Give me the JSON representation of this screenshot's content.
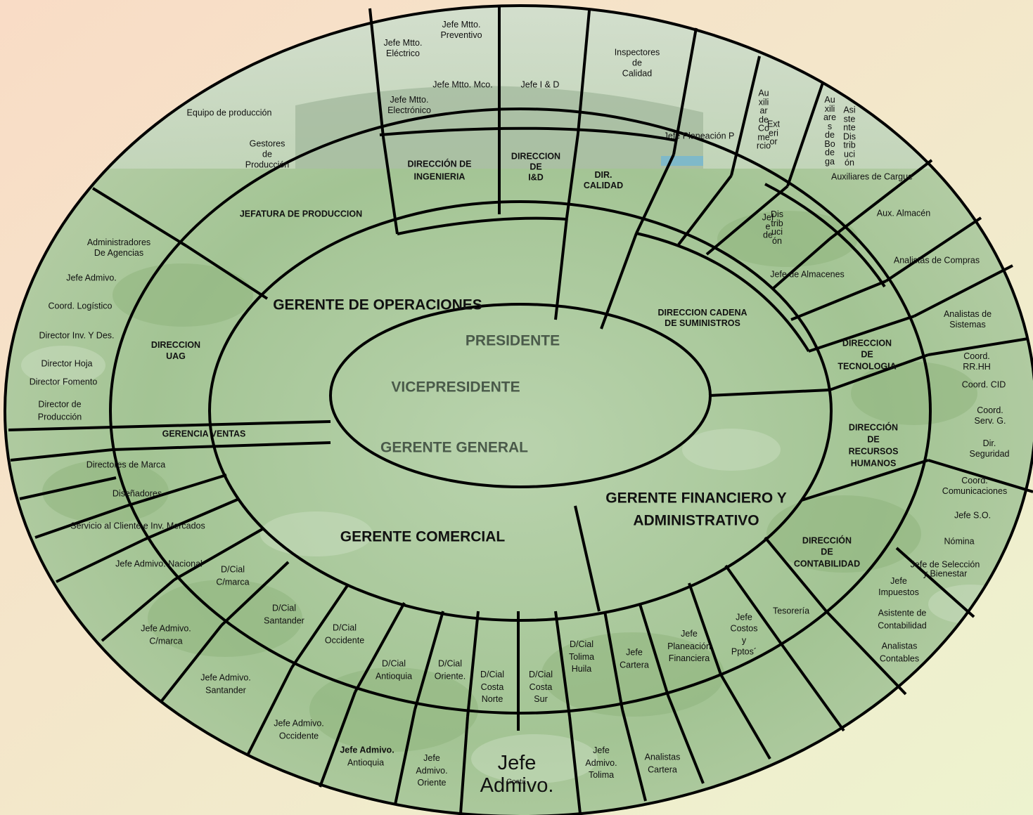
{
  "core": {
    "presidente": "PRESIDENTE",
    "vicepresidente": "VICEPRESIDENTE",
    "gerente_general": "GERENTE GENERAL"
  },
  "gerencias": {
    "operaciones": "GERENTE DE OPERACIONES",
    "comercial": "GERENTE COMERCIAL",
    "financiero": "GERENTE FINANCIERO Y\nADMINISTRATIVO"
  },
  "direcciones": {
    "jefatura_produccion": "JEFATURA DE PRODUCCION",
    "ingenieria": "DIRECCIÓN DE\nINGENIERIA",
    "id": "DIRECCION\nDE\nI&D",
    "calidad": "DIR.\nCALIDAD",
    "cadena": "DIRECCION CADENA\nDE SUMINISTROS",
    "tecnologia": "DIRECCION\nDE\nTECNOLOGIA",
    "rrhh": "DIRECCIÓN\nDE\nRECURSOS\nHUMANOS",
    "contabilidad": "DIRECCIÓN\nDE\nCONTABILIDAD",
    "uag": "DIRECCION\nUAG",
    "ventas": "GERENCIA VENTAS"
  },
  "comercial_mid": {
    "cmarca": "D/Cial\nC/marca",
    "santander": "D/Cial\nSantander",
    "occidente": "D/Cial\nOccidente",
    "antioquia": "D/Cial\nAntioquia",
    "oriente": "D/Cial\nOriente.",
    "costa_norte": "D/Cial\nCosta\nNorte",
    "costa_sur": "D/Cial\nCosta\nSur",
    "tolima": "D/Cial\nTolima\nHuila",
    "cartera": "Jefe\nCartera",
    "planeacion_fin": "Jefe\nPlaneación\nFinanciera",
    "costos": "Jefe\nCostos\ny\nPptos´",
    "tesoreria": "Tesorería"
  },
  "outer": {
    "equipo": "Equipo de producción",
    "gestores": "Gestores\nde\nProducción",
    "mtto_electrico": "Jefe Mtto.\nEléctrico",
    "mtto_preventivo": "Jefe Mtto.\nPreventivo",
    "mtto_mco": "Jefe Mtto. Mco.",
    "mtto_electronico": "Jefe Mtto.\nElectrónico",
    "jefe_id": "Jefe I & D",
    "inspectores": "Inspectores\nde\nCalidad",
    "jefe_planeacion": "Jefe Planeación P",
    "aux_comercio": "Au\nxili\nar\nde\nCo\nme\nrcio",
    "ext": "Ext\neri\nor",
    "aux_bodega": "Au\nxili\nare\ns\nde\nBo\nde\nga",
    "asistente_dist": "Asi\nste\nnte\nDis\ntrib\nuci\nón",
    "aux_cargue": "Auxiliares de Cargue",
    "jefe_dist_a": "Jef\ne\nde",
    "jefe_dist_b": "Dis\ntrib\nuci\nón",
    "aux_almacen": "Aux. Almacén",
    "jefe_almacenes": "Jefe de Almacenes",
    "analistas_compras": "Analistas de Compras",
    "analistas_sistemas": "Analistas de\nSistemas",
    "coord_rrhh": "Coord. RR.HH",
    "coord_cid": "Coord. CID",
    "coord_serv": "Coord. Serv. G.",
    "dir_seguridad": "Dir. Seguridad",
    "coord_com": "Coord.\nComunicaciones",
    "jefe_so": "Jefe S.O.",
    "nomina": "Nómina",
    "jefe_seleccion": "Jefe de Selección\ny Bienestar",
    "jefe_impuestos": "Jefe\nImpuestos",
    "asistente_cont": "Asistente de\nContabilidad",
    "analistas_cont": "Analistas\nContables",
    "analistas_cartera": "Analistas\nCartera",
    "admivo_tolima": "Jefe\nAdmivo.\nTolima",
    "admivo_costa_big": "Jefe\nAdmivo.",
    "costa_small": "Costa",
    "admivo_oriente": "Jefe\nAdmivo.\nOriente",
    "admivo_antioquia_a": "Jefe Admivo.",
    "admivo_antioquia_b": "Antioquia",
    "admivo_occidente": "Jefe Admivo.\nOccidente",
    "admivo_santander": "Jefe Admivo.\nSantander",
    "admivo_cmarca": "Jefe Admivo.\nC/marca",
    "admivo_nacional": "Jefe Admivo. Nacional",
    "servicio_cliente": "Servicio al Cliente e Inv. Mercados",
    "disenadores": "Diseñadores",
    "directores_marca": "Directores de Marca",
    "dir_produccion": "Director de\nProducción",
    "dir_fomento": "Director Fomento",
    "dir_hoja": "Director Hoja",
    "dir_inv": "Director Inv. Y Des.",
    "coord_logistico": "Coord. Logístico",
    "jefe_admivo": "Jefe Admivo.",
    "admin_agencias": "Administradores\nDe Agencias"
  },
  "colors": {
    "bg_top_left": "#f9dfc8",
    "bg_bottom_right": "#eef2cf",
    "field_green": "#a9c79a",
    "sky": "#dde6dc",
    "lines": "#000000",
    "core_text": "#4a5a4a"
  }
}
